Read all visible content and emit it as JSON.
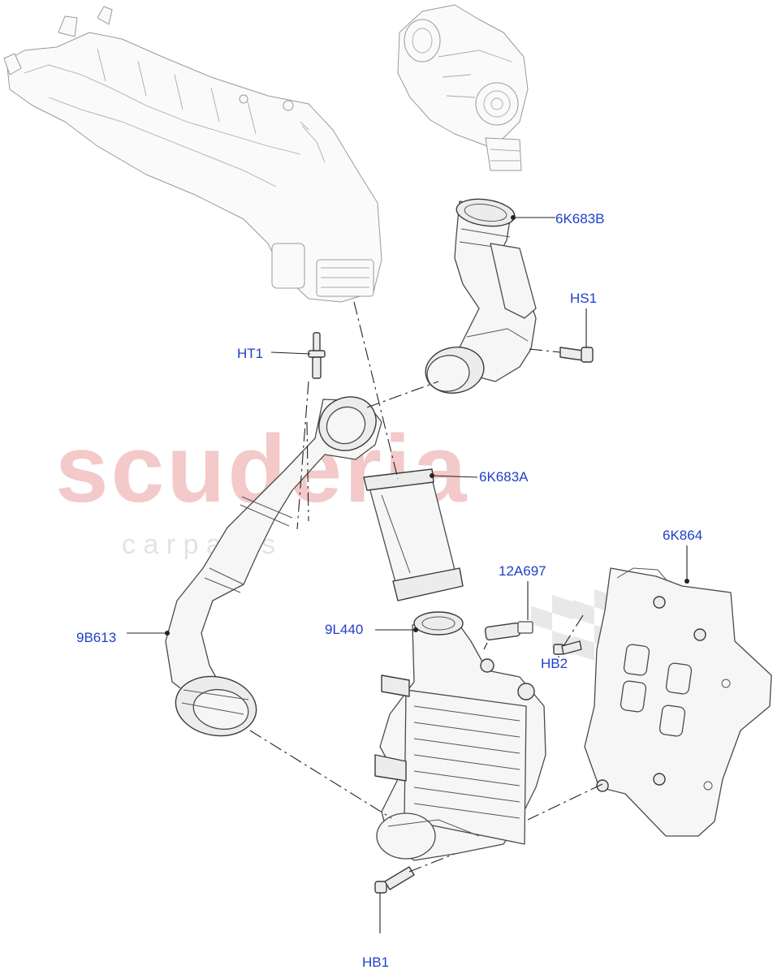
{
  "watermark": {
    "brand": "scuderia",
    "tagline": "c a r   p a r t s"
  },
  "callouts": [
    {
      "id": "6K683B",
      "label": "6K683B"
    },
    {
      "id": "HS1",
      "label": "HS1"
    },
    {
      "id": "HT1",
      "label": "HT1"
    },
    {
      "id": "6K683A",
      "label": "6K683A"
    },
    {
      "id": "6K864",
      "label": "6K864"
    },
    {
      "id": "12A697",
      "label": "12A697"
    },
    {
      "id": "9L440",
      "label": "9L440"
    },
    {
      "id": "9B613",
      "label": "9B613"
    },
    {
      "id": "HB2",
      "label": "HB2"
    },
    {
      "id": "HB1",
      "label": "HB1"
    }
  ],
  "colors": {
    "callout_text": "#1f3fc9",
    "watermark_red": "#f3c9c9",
    "watermark_gray": "#e3e3e3"
  }
}
